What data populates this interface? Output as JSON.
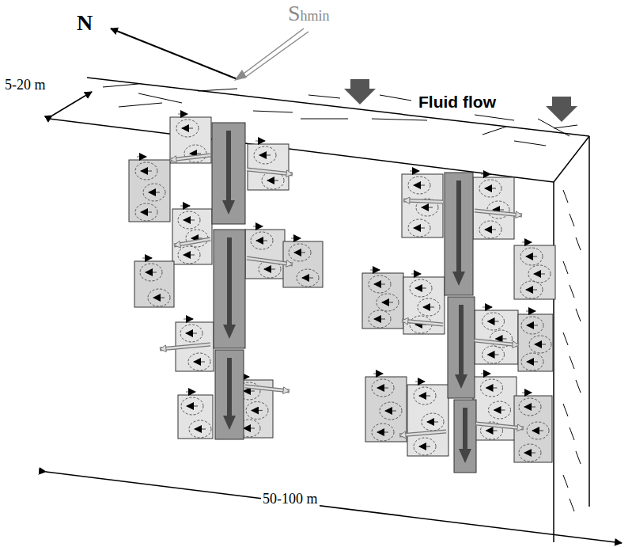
{
  "diagram": {
    "labels": [
      "N",
      "Shmin",
      "Fluid flow",
      "5-20 m",
      "50-100 m"
    ]
  }
}
